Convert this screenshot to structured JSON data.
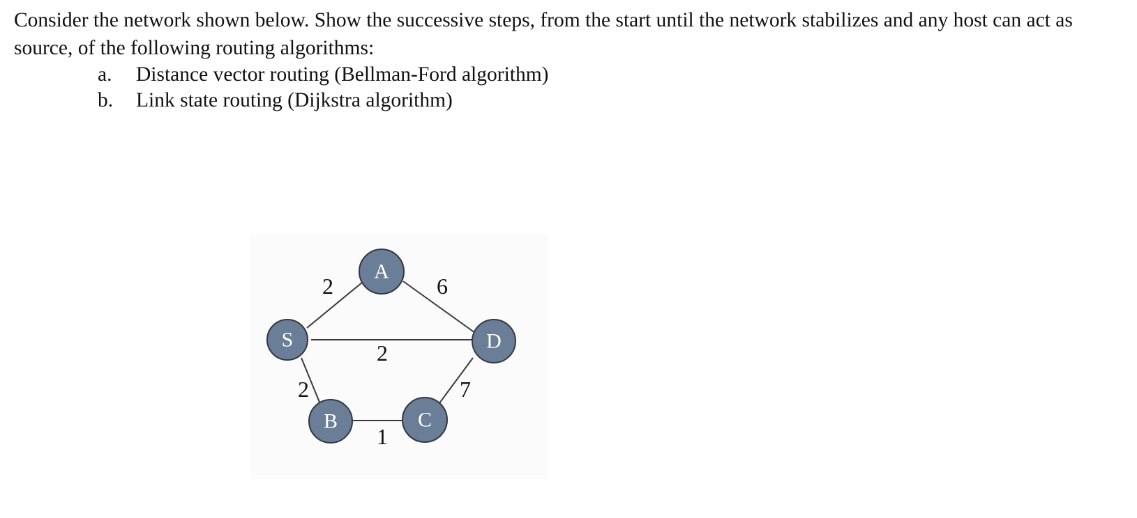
{
  "question": {
    "text": "Consider the network shown below. Show the successive steps, from the start until the network stabilizes and any host can act as source, of the following routing algorithms:",
    "options": [
      {
        "letter": "a.",
        "text": "Distance vector routing (Bellman-Ford algorithm)"
      },
      {
        "letter": "b.",
        "text": "Link state routing (Dijkstra algorithm)"
      }
    ]
  },
  "network": {
    "nodes": [
      {
        "id": "A",
        "label": "A"
      },
      {
        "id": "S",
        "label": "S"
      },
      {
        "id": "D",
        "label": "D"
      },
      {
        "id": "B",
        "label": "B"
      },
      {
        "id": "C",
        "label": "C"
      }
    ],
    "edges": [
      {
        "from": "S",
        "to": "A",
        "weight": "2"
      },
      {
        "from": "A",
        "to": "D",
        "weight": "6"
      },
      {
        "from": "S",
        "to": "D",
        "weight": "2"
      },
      {
        "from": "S",
        "to": "B",
        "weight": "2"
      },
      {
        "from": "B",
        "to": "C",
        "weight": "1"
      },
      {
        "from": "C",
        "to": "D",
        "weight": "7"
      }
    ]
  }
}
